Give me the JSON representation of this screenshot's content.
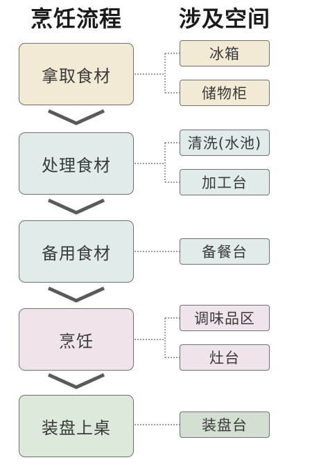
{
  "headers": {
    "process": "烹饪流程",
    "space": "涉及空间"
  },
  "steps": [
    {
      "label": "拿取食材",
      "color": "#f2ead5",
      "spaces": [
        "冰箱",
        "储物柜"
      ],
      "space_color": "#f2ead5"
    },
    {
      "label": "处理食材",
      "color": "#e1ecea",
      "spaces": [
        "清洗(水池)",
        "加工台"
      ],
      "space_color": "#e1ecea"
    },
    {
      "label": "备用食材",
      "color": "#e1ecea",
      "spaces": [
        "备餐台"
      ],
      "space_color": "#e1ecea"
    },
    {
      "label": "烹饪",
      "color": "#efe3ec",
      "spaces": [
        "调味品区",
        "灶台"
      ],
      "space_color": "#efe3ec"
    },
    {
      "label": "装盘上桌",
      "color": "#dde9da",
      "spaces": [
        "装盘台"
      ],
      "space_color": "#d3dfd1"
    }
  ],
  "colors": {
    "border": "#6f6f6f",
    "chevron": "#5a5a5a",
    "connector": "#7a7a7a"
  }
}
